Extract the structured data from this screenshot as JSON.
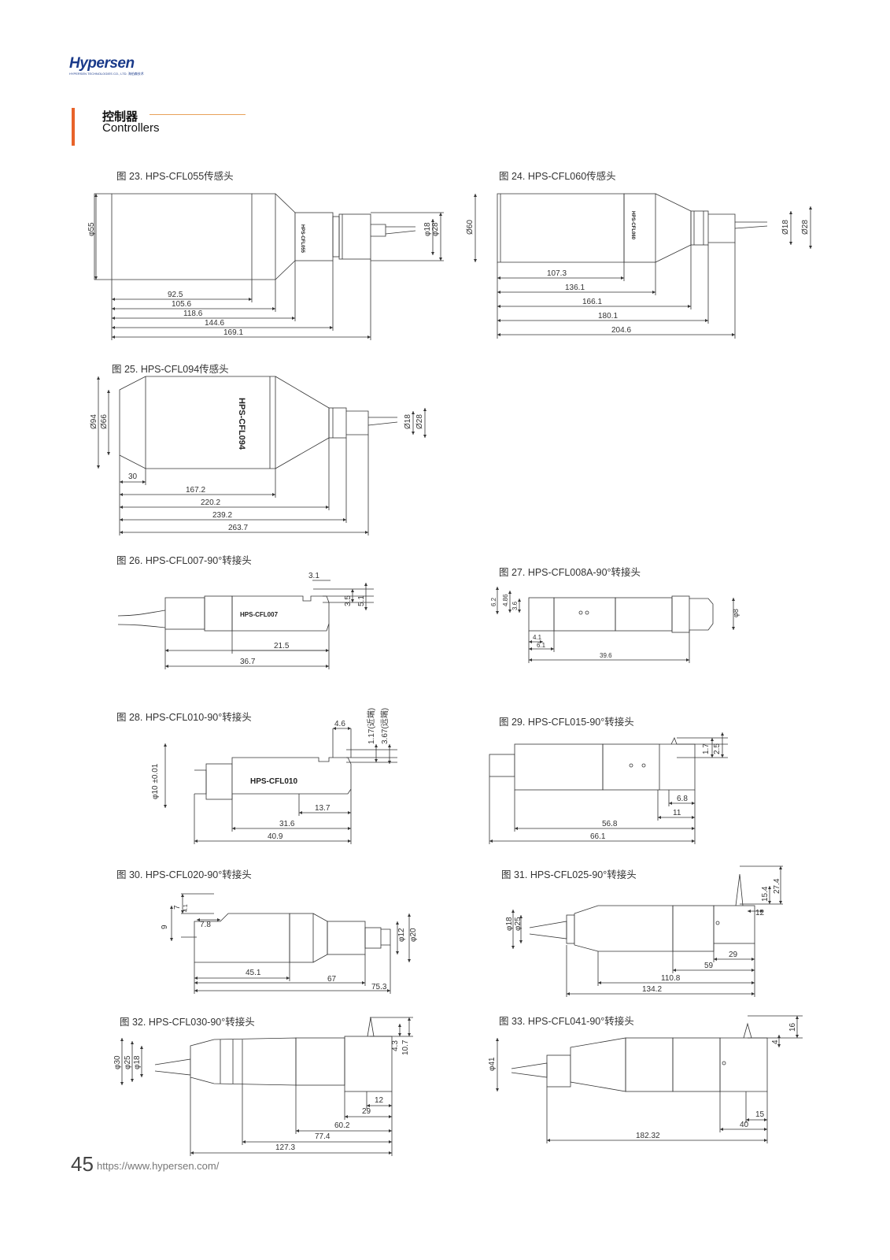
{
  "header": {
    "logo_text": "Hypersen",
    "logo_sub": "HYPERSEN TECHNOLOGIES CO., LTD. 海伯森技术"
  },
  "section": {
    "title_cn": "控制器",
    "title_en": "Controllers"
  },
  "figures": [
    {
      "caption": "图 23. HPS-CFL055传感头",
      "diameters": [
        "φ55",
        "φ18",
        "φ28"
      ],
      "lengths": [
        "92.5",
        "105.6",
        "118.6",
        "144.6",
        "169.1"
      ],
      "label": "HPS-CFL055"
    },
    {
      "caption": "图 24. HPS-CFL060传感头",
      "diameters": [
        "Ø60",
        "Ø18",
        "Ø28"
      ],
      "lengths": [
        "107.3",
        "136.1",
        "166.1",
        "180.1",
        "204.6"
      ],
      "label": "HPS-CFL060"
    },
    {
      "caption": "图 25. HPS-CFL094传感头",
      "diameters": [
        "Ø94",
        "Ø66",
        "Ø18",
        "Ø28"
      ],
      "lengths": [
        "30",
        "167.2",
        "220.2",
        "239.2",
        "263.7"
      ],
      "label": "HPS-CFL094"
    },
    {
      "caption": "图 26. HPS-CFL007-90°转接头",
      "dims": [
        "3.1",
        "3.5",
        "5.1",
        "21.5",
        "36.7"
      ],
      "label": "HPS-CFL007"
    },
    {
      "caption": "图 27. HPS-CFL008A-90°转接头",
      "dims": [
        "6.2",
        "4.86",
        "3.6",
        "4.1",
        "6.1",
        "39.6",
        "φ8"
      ]
    },
    {
      "caption": "图 28. HPS-CFL010-90°转接头",
      "dims": [
        "4.6",
        "1.17(近端)",
        "3.67(远端)",
        "φ10 ±0.01",
        "13.7",
        "31.6",
        "40.9"
      ],
      "label": "HPS-CFL010"
    },
    {
      "caption": "图 29. HPS-CFL015-90°转接头",
      "dims": [
        "1.7",
        "2.5",
        "6.8",
        "11",
        "56.8",
        "66.1"
      ]
    },
    {
      "caption": "图 30. HPS-CFL020-90°转接头",
      "dims": [
        "7",
        "4.1",
        "9",
        "7.8",
        "φ12",
        "φ20",
        "45.1",
        "67",
        "75.3"
      ]
    },
    {
      "caption": "图 31. HPS-CFL025-90°转接头",
      "dims": [
        "27.4",
        "15.4",
        "12",
        "φ18",
        "φ25",
        "29",
        "59",
        "110.8",
        "134.2"
      ]
    },
    {
      "caption": "图 32. HPS-CFL030-90°转接头",
      "dims": [
        "φ30",
        "φ25",
        "φ18",
        "4.3",
        "10.7",
        "12",
        "29",
        "60.2",
        "77.4",
        "127.3"
      ]
    },
    {
      "caption": "图 33. HPS-CFL041-90°转接头",
      "dims": [
        "16",
        "4",
        "φ41",
        "15",
        "40",
        "182.32"
      ]
    }
  ],
  "footer": {
    "page_number": "45",
    "url": "https://www.hypersen.com/"
  }
}
